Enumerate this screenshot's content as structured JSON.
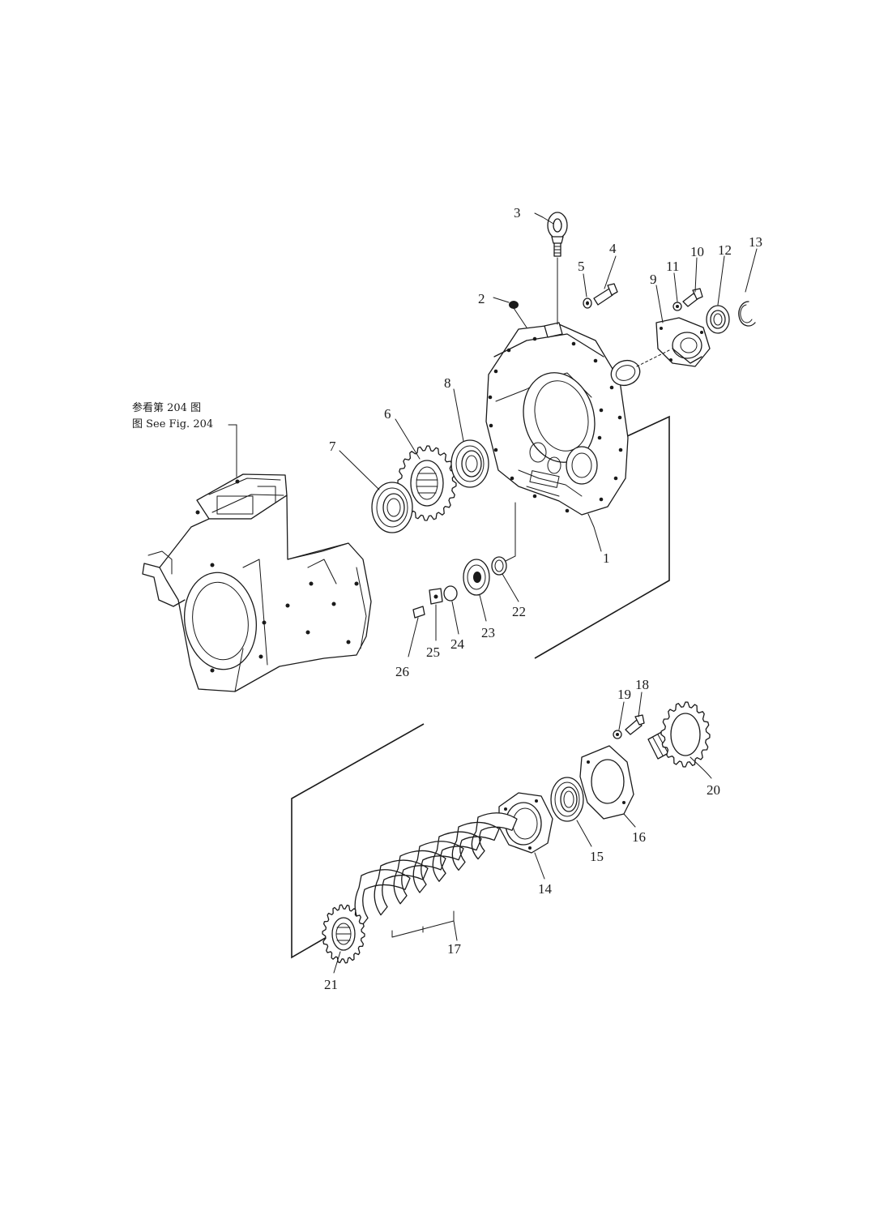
{
  "reference_note": {
    "line1": "参看第 204 图",
    "line2": "图 See Fig. 204"
  },
  "part_labels": {
    "p1": "1",
    "p2": "2",
    "p3": "3",
    "p4": "4",
    "p5": "5",
    "p6": "6",
    "p7": "7",
    "p8": "8",
    "p9": "9",
    "p10": "10",
    "p11": "11",
    "p12": "12",
    "p13": "13",
    "p14": "14",
    "p15": "15",
    "p16": "16",
    "p17": "17",
    "p18": "18",
    "p19": "19",
    "p20": "20",
    "p21": "21",
    "p22": "22",
    "p23": "23",
    "p24": "24",
    "p25": "25",
    "p26": "26"
  }
}
